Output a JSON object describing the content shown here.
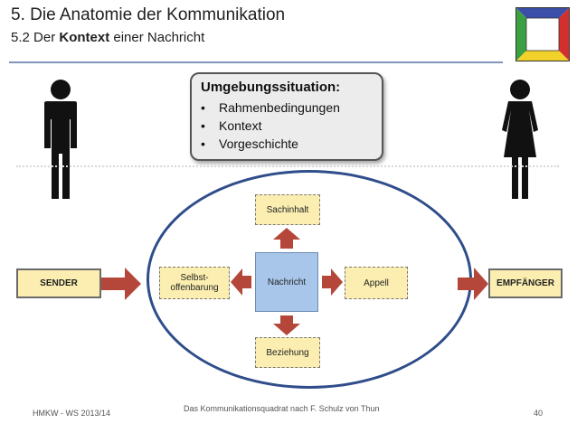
{
  "header": {
    "title": "5. Die Anatomie der Kommunikation",
    "subtitle_prefix": "5.2 Der ",
    "subtitle_bold": "Kontext",
    "subtitle_suffix": " einer Nachricht"
  },
  "callout": {
    "title": "Umgebungssituation:",
    "items": [
      "Rahmenbedingungen",
      "Kontext",
      "Vorgeschichte"
    ]
  },
  "diagram": {
    "sender": "SENDER",
    "receiver": "EMPFÄNGER",
    "center": "Nachricht",
    "top": "Sachinhalt",
    "left_line1": "Selbst-",
    "left_line2": "offenbarung",
    "right": "Appell",
    "bottom": "Beziehung"
  },
  "footer": {
    "left": "HMKW - WS 2013/14",
    "center": "Das Kommunikationsquadrat nach F. Schulz von Thun",
    "page": "40"
  },
  "colors": {
    "arrow": "#b5473a",
    "ellipse": "#2f4d8a",
    "box_fill": "#fbeeb0",
    "center_fill": "#a8c6ea",
    "logo_top": "#3b4fa8",
    "logo_right": "#d42f2f",
    "logo_bottom": "#f2d22a",
    "logo_left": "#3aa041"
  }
}
